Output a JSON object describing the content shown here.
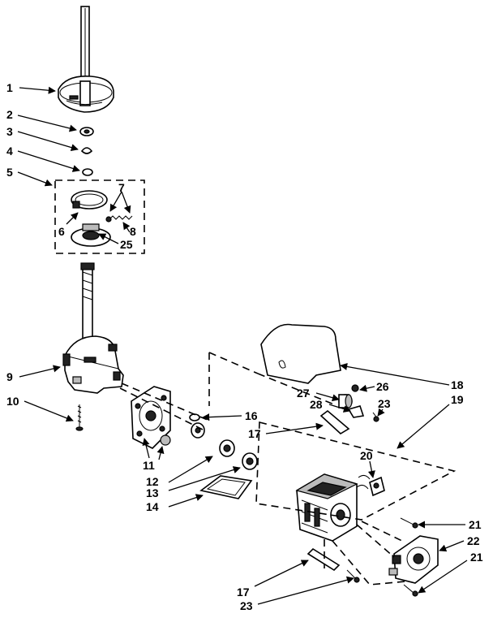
{
  "callouts": [
    {
      "id": "c1",
      "text": "1"
    },
    {
      "id": "c2",
      "text": "2"
    },
    {
      "id": "c3",
      "text": "3"
    },
    {
      "id": "c4",
      "text": "4"
    },
    {
      "id": "c5",
      "text": "5"
    },
    {
      "id": "c7",
      "text": "7"
    },
    {
      "id": "c6",
      "text": "6"
    },
    {
      "id": "c8",
      "text": "8"
    },
    {
      "id": "c25",
      "text": "25"
    },
    {
      "id": "c9",
      "text": "9"
    },
    {
      "id": "c10",
      "text": "10"
    },
    {
      "id": "c16",
      "text": "16"
    },
    {
      "id": "c17a",
      "text": "17"
    },
    {
      "id": "c11",
      "text": "11"
    },
    {
      "id": "c12",
      "text": "12"
    },
    {
      "id": "c13",
      "text": "13"
    },
    {
      "id": "c14",
      "text": "14"
    },
    {
      "id": "c18",
      "text": "18"
    },
    {
      "id": "c26",
      "text": "26"
    },
    {
      "id": "c27",
      "text": "27"
    },
    {
      "id": "c28",
      "text": "28"
    },
    {
      "id": "c23a",
      "text": "23"
    },
    {
      "id": "c19",
      "text": "19"
    },
    {
      "id": "c20",
      "text": "20"
    },
    {
      "id": "c21a",
      "text": "21"
    },
    {
      "id": "c22",
      "text": "22"
    },
    {
      "id": "c21b",
      "text": "21"
    },
    {
      "id": "c17b",
      "text": "17"
    },
    {
      "id": "c23b",
      "text": "23"
    }
  ]
}
